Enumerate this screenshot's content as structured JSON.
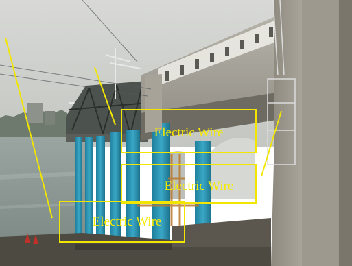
{
  "image": {
    "subject": "",
    "colors": {
      "annotation": "#f2e600",
      "sky": "#c9ccc8",
      "water": "#8f9c99",
      "piers": "#2f98b8",
      "concrete": "#a5a196"
    }
  },
  "callouts": [
    {
      "label": "Electric Wire"
    },
    {
      "label": "Electric Wire"
    },
    {
      "label": "Electric Wire"
    }
  ]
}
